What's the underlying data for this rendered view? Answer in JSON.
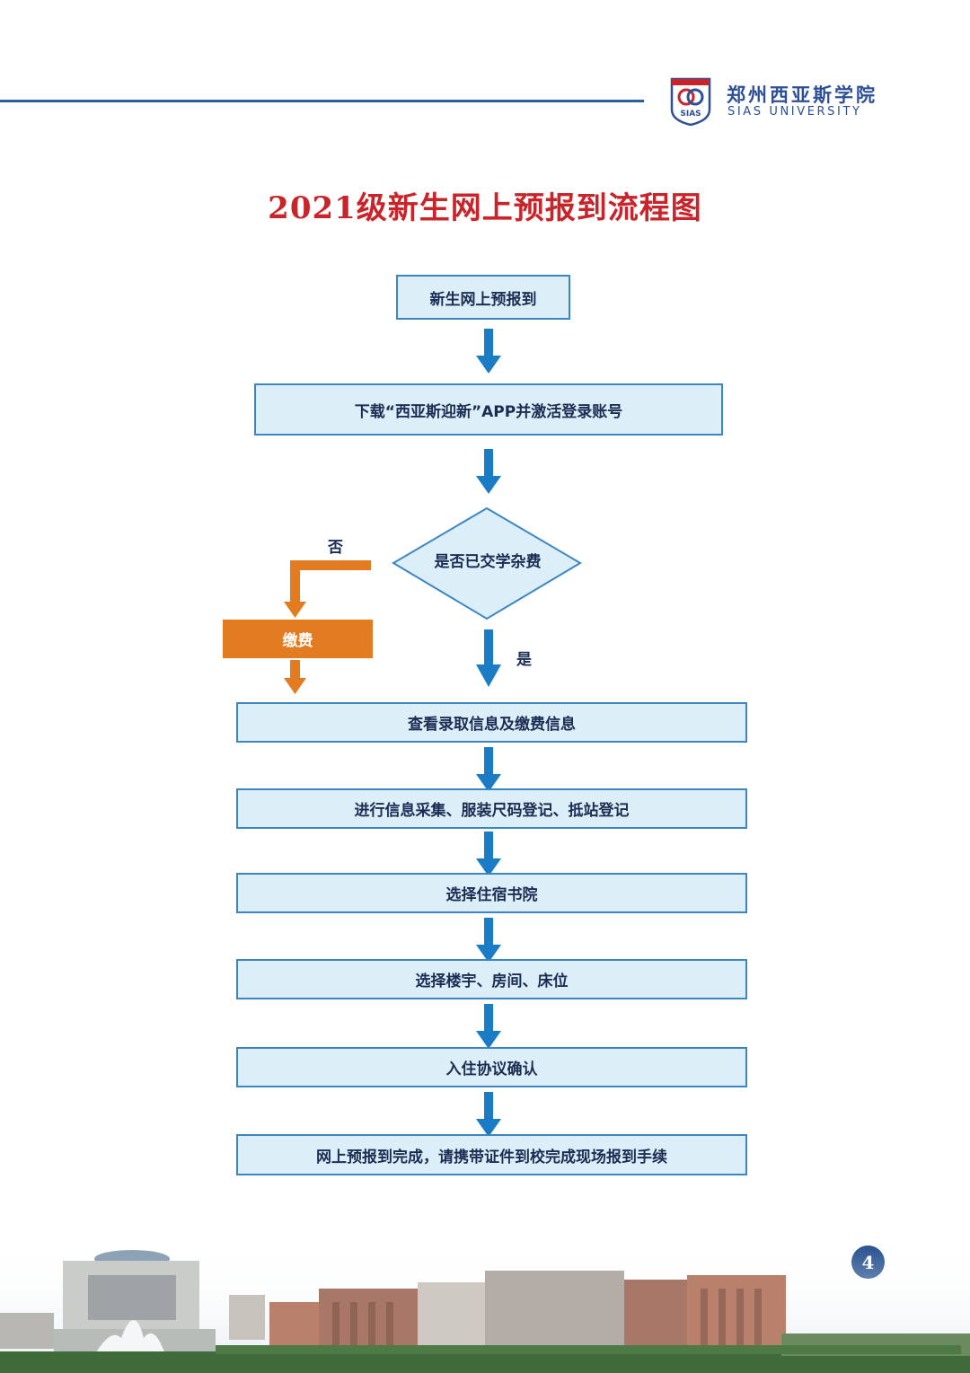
{
  "header": {
    "logo_badge": "SIAS",
    "logo_cn": "郑州西亚斯学院",
    "logo_en": "SIAS UNIVERSITY",
    "rule_color": "#2a5f9e"
  },
  "title": "2021级新生网上预报到流程图",
  "flow": {
    "start": "新生网上预报到",
    "download": "下载“西亚斯迎新”APP并激活登录账号",
    "decision": "是否已交学杂费",
    "no_label": "否",
    "yes_label": "是",
    "pay": "缴费",
    "view_info": "查看录取信息及缴费信息",
    "collect_info": "进行信息采集、服装尺码登记、抵站登记",
    "choose_college": "选择住宿书院",
    "choose_room": "选择楼宇、房间、床位",
    "confirm_agreement": "入住协议确认",
    "complete": "网上预报到完成，请携带证件到校完成现场报到手续"
  },
  "page_number": "4",
  "colors": {
    "title": "#c8242a",
    "node_fill": "#dceef7",
    "node_border": "#3c86c4",
    "arrow": "#1a7cc4",
    "orange": "#e37c21",
    "brand_blue": "#2d4f96"
  }
}
